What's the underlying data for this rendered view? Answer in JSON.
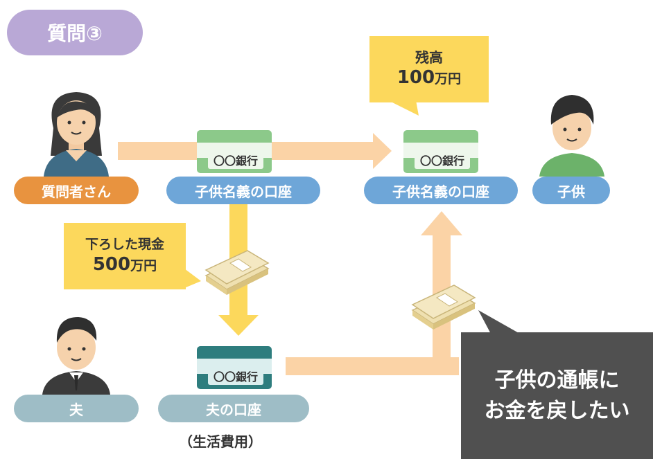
{
  "title": "質問③",
  "balance_note": {
    "line1": "残高",
    "amount": "100",
    "unit": "万円"
  },
  "withdrawn_note": {
    "line1": "下ろした現金",
    "amount": "500",
    "unit": "万円"
  },
  "labels": {
    "asker": "質問者さん",
    "child_account_left": "子供名義の口座",
    "child_account_right": "子供名義の口座",
    "child": "子供",
    "husband": "夫",
    "husband_account": "夫の口座",
    "living_expenses": "（生活費用）"
  },
  "bank_name": "〇〇銀行",
  "speech": {
    "line1": "子供の通帳に",
    "line2": "お金を戻したい"
  },
  "colors": {
    "arrow_peach": "#fbd3a6",
    "arrow_yellow": "#fcd85c",
    "card_green": "#8cc98a",
    "card_teal": "#2e7d7e",
    "pill_blue": "#6ea6d8",
    "pill_orange": "#e8933f",
    "pill_gray": "#9ebdc6",
    "badge_purple": "#b9a8d6"
  }
}
